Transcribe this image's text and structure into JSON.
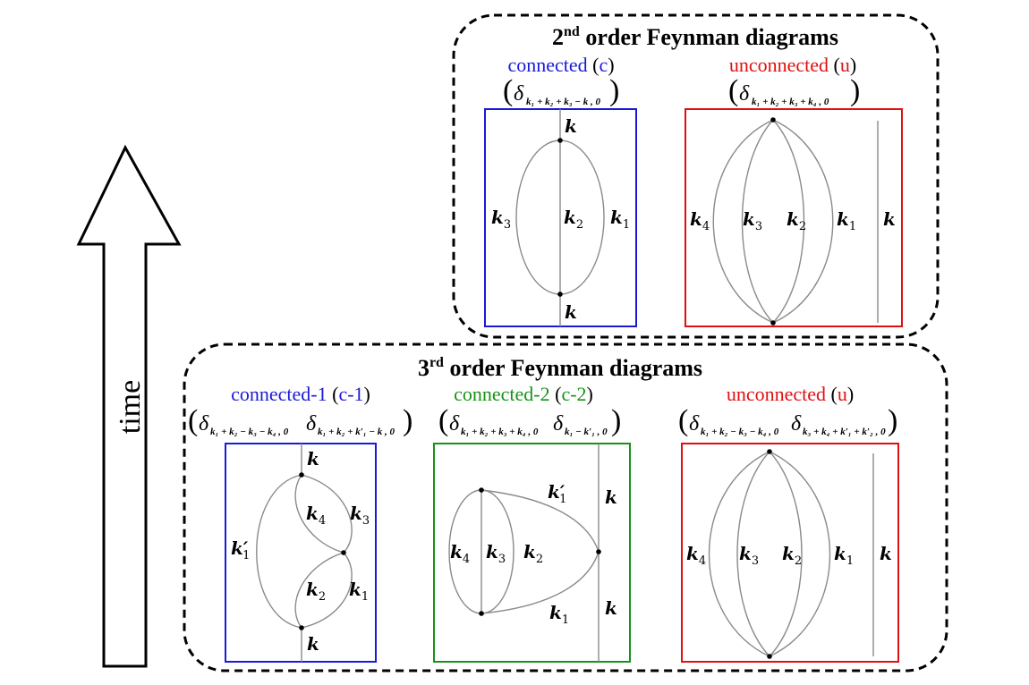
{
  "colors": {
    "blue": "#1a1ad6",
    "red": "#e01010",
    "green": "#169216",
    "black": "#000000",
    "line": "#8a8a8a"
  },
  "axis": {
    "label": "time"
  },
  "second_order": {
    "title_num": "2",
    "title_sup": "nd",
    "title_rest": " order Feynman diagrams",
    "connected": {
      "name": "connected",
      "abbr": "c",
      "delta": "δ",
      "delta_sub": "k₁ + k₂ + k₃ − k , 0",
      "labels": {
        "top": "k",
        "bottom": "k",
        "left": "k",
        "left_sub": "3",
        "mid": "k",
        "mid_sub": "2",
        "right": "k",
        "right_sub": "1"
      }
    },
    "unconnected": {
      "name": "unconnected",
      "abbr": "u",
      "delta": "δ",
      "delta_sub": "k₁ + k₂ + k₃ + k₄ , 0",
      "labels": {
        "l4": "k",
        "l4_sub": "4",
        "l3": "k",
        "l3_sub": "3",
        "l2": "k",
        "l2_sub": "2",
        "l1": "k",
        "l1_sub": "1",
        "lk": "k"
      }
    }
  },
  "third_order": {
    "title_num": "3",
    "title_sup": "rd",
    "title_rest": " order Feynman diagrams",
    "connected1": {
      "name": "connected-1",
      "abbr": "c-1",
      "delta": "δ",
      "delta_sub_a": "k₁ + k₂ − k₃ − k₄ , 0",
      "delta_sub_b": "k₁ + k₂ + k′₁ − k , 0",
      "labels": {
        "top": "k",
        "bottom": "k",
        "kp": "k′",
        "kp_sub": "1",
        "k4": "k",
        "k4_sub": "4",
        "k3": "k",
        "k3_sub": "3",
        "k2": "k",
        "k2_sub": "2",
        "k1": "k",
        "k1_sub": "1"
      }
    },
    "connected2": {
      "name": "connected-2",
      "abbr": "c-2",
      "delta": "δ",
      "delta_sub_a": "k₁ + k₂ + k₃ + k₄ , 0",
      "delta_sub_b": "k₁ − k′₁ , 0",
      "labels": {
        "kp": "k′",
        "kp_sub": "1",
        "k_top": "k",
        "k4": "k",
        "k4_sub": "4",
        "k3": "k",
        "k3_sub": "3",
        "k2": "k",
        "k2_sub": "2",
        "k1": "k",
        "k1_sub": "1",
        "k_bot": "k"
      }
    },
    "unconnected": {
      "name": "unconnected",
      "abbr": "u",
      "delta": "δ",
      "delta_sub_a": "k₁ + k₂ − k₃ − k₄ , 0",
      "delta_sub_b": "k₃ + k₄ + k′₁ + k′₂ , 0",
      "labels": {
        "l4": "k",
        "l4_sub": "4",
        "l3": "k",
        "l3_sub": "3",
        "l2": "k",
        "l2_sub": "2",
        "l1": "k",
        "l1_sub": "1",
        "lk": "k"
      }
    }
  }
}
